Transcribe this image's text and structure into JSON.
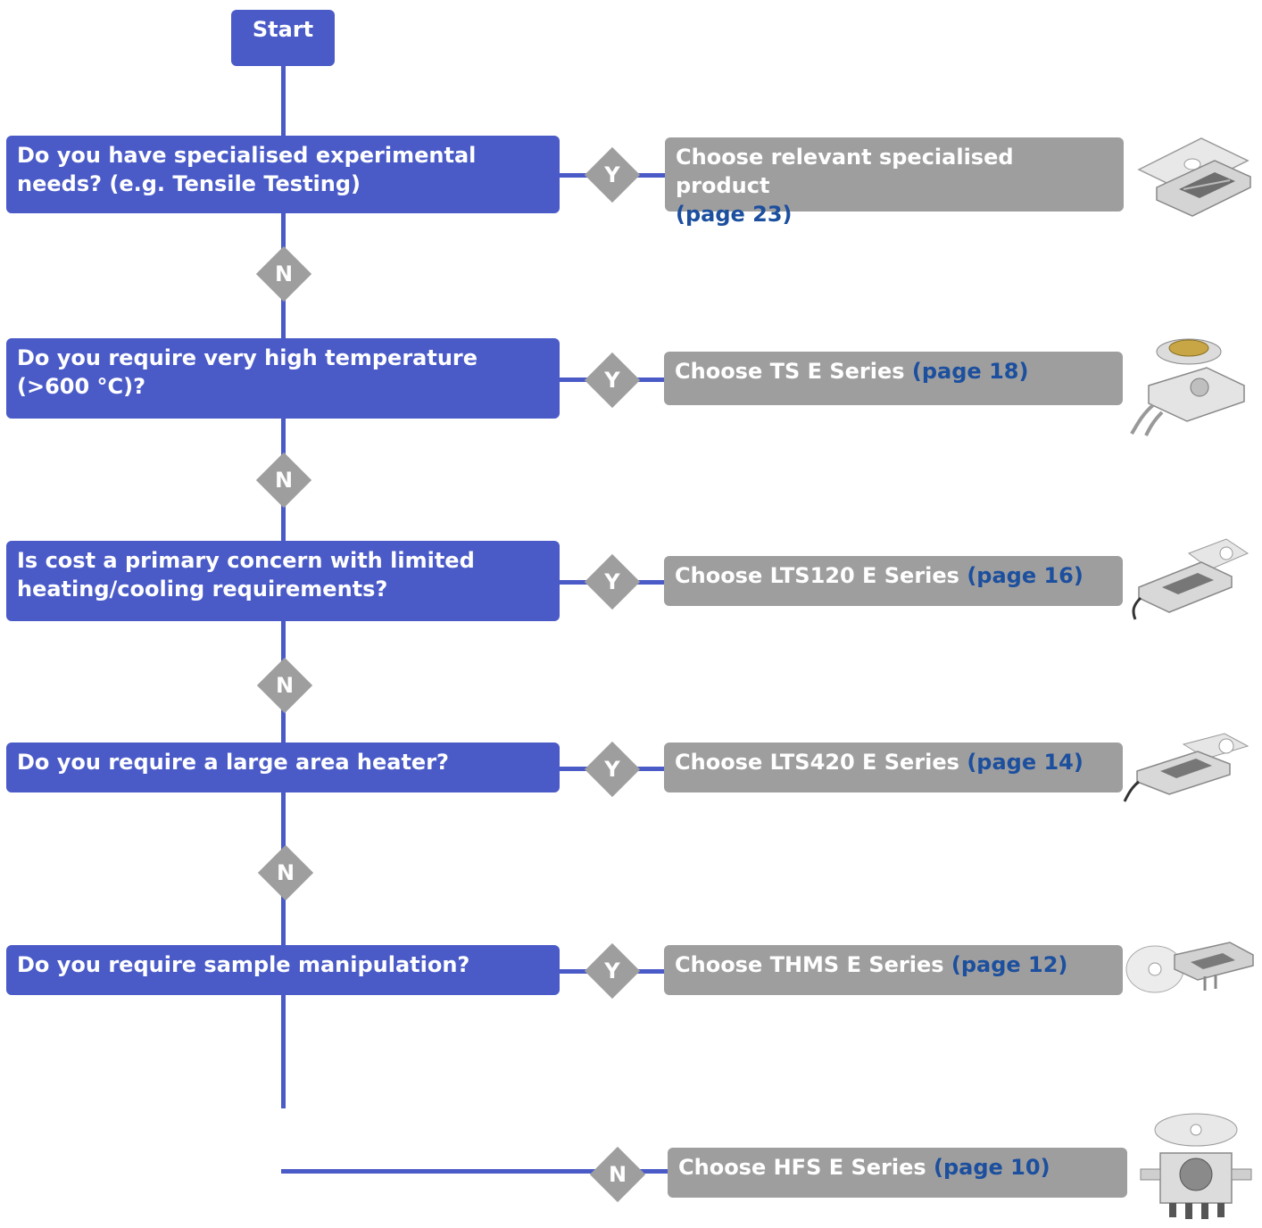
{
  "start": "Start",
  "questions": [
    "Do you have specialised experimental needs? (e.g. Tensile Testing)",
    "Do you require very high temperature (>600 °C)?",
    "Is cost a primary concern with limited heating/cooling requirements?",
    "Do you require a large area heater?",
    "Do you require sample manipulation?"
  ],
  "answers": [
    {
      "text": "Choose relevant specialised product",
      "page": "(page 23)"
    },
    {
      "text": "Choose TS E Series",
      "page": "(page 18)"
    },
    {
      "text": "Choose LTS120 E Series",
      "page": "(page 16)"
    },
    {
      "text": "Choose LTS420 E Series",
      "page": "(page 14)"
    },
    {
      "text": "Choose THMS E Series",
      "page": "(page 12)"
    },
    {
      "text": "Choose HFS E Series",
      "page": "(page 10)"
    }
  ],
  "yes_label": "Y",
  "no_label": "N",
  "colors": {
    "question": "#4a5bc8",
    "answer": "#9e9e9e",
    "page_link": "#1c4f9e",
    "connector": "#4a5bc8"
  }
}
